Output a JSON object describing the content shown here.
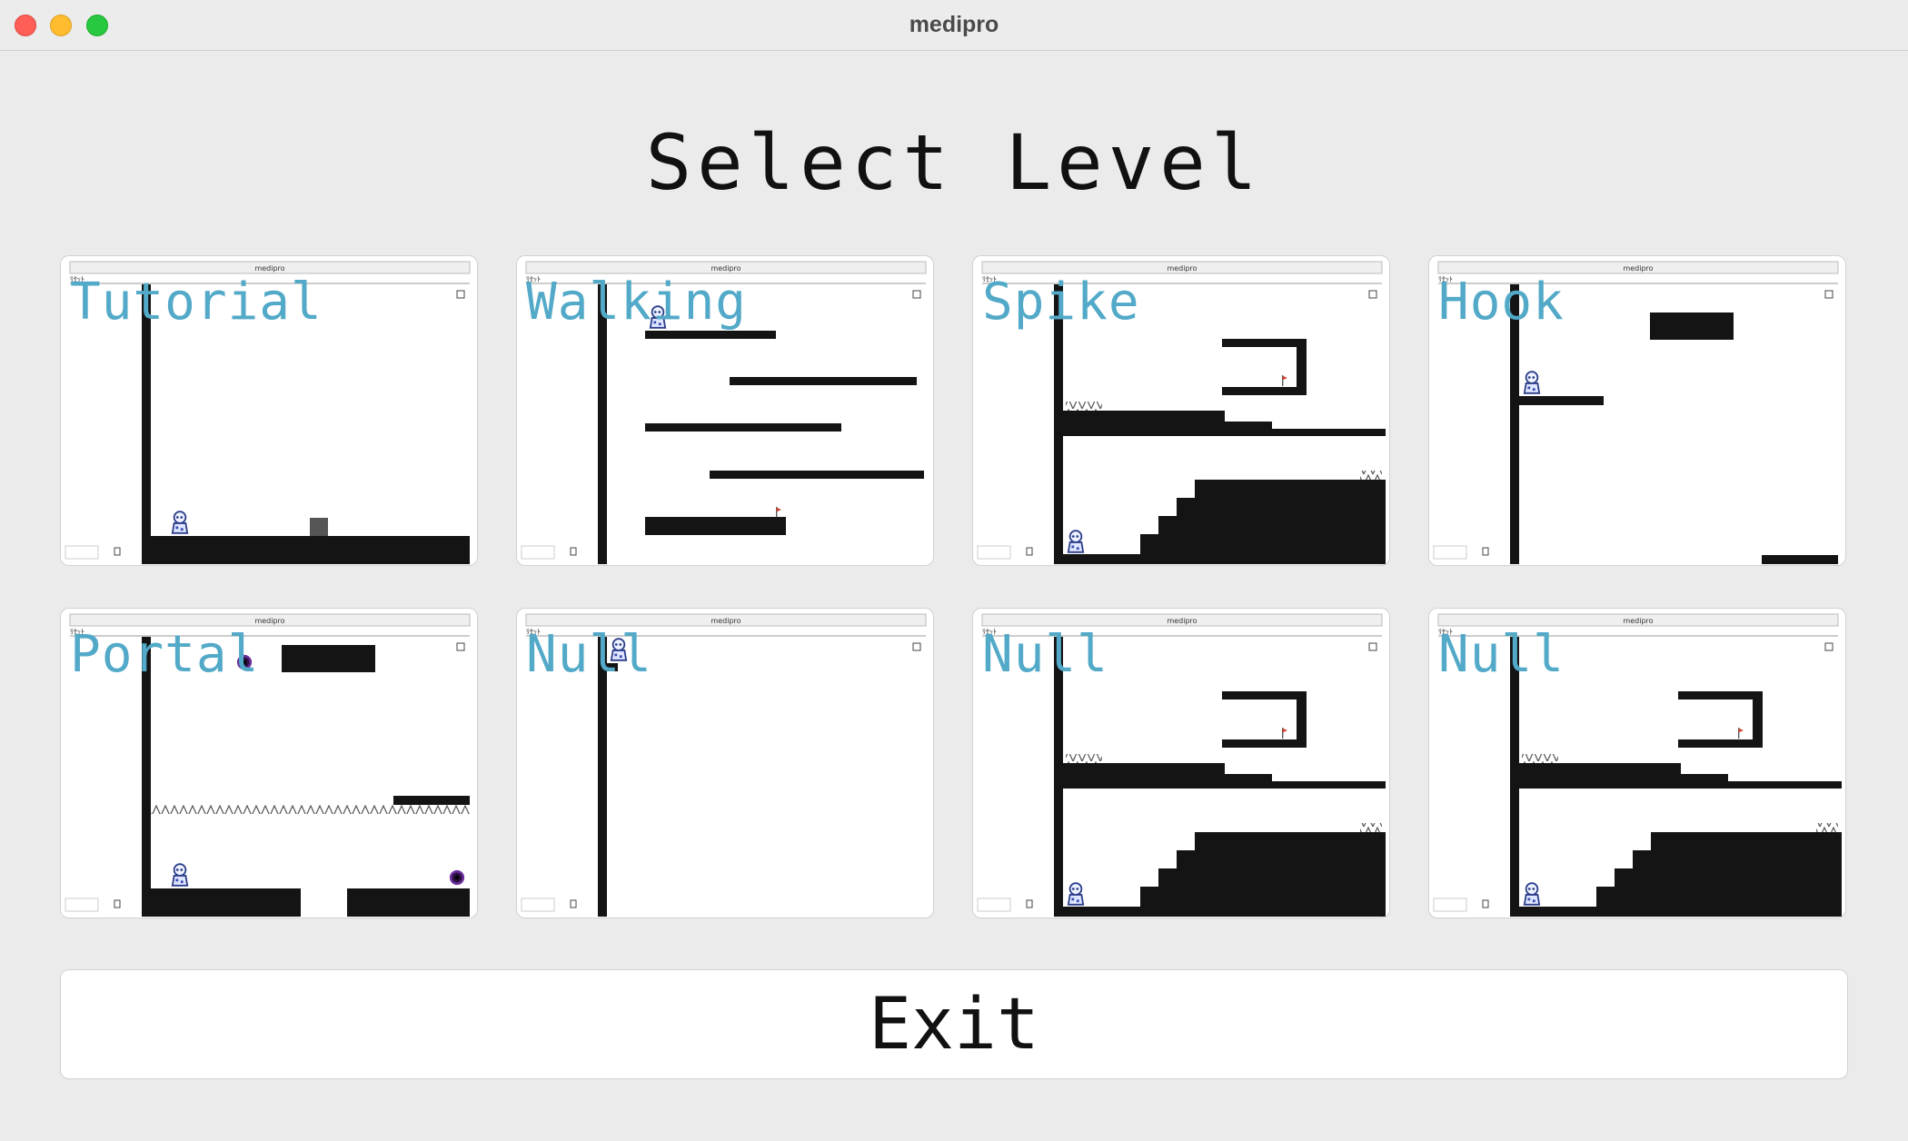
{
  "window": {
    "title": "medipro"
  },
  "heading": "Select Level",
  "levels": [
    {
      "name": "Tutorial",
      "window_title": "medipro",
      "menu_label": "ﾘｾｯﾄ"
    },
    {
      "name": "Walking",
      "window_title": "medipro",
      "menu_label": "ﾘｾｯﾄ"
    },
    {
      "name": "Spike",
      "window_title": "medipro",
      "menu_label": "ﾘｾｯﾄ"
    },
    {
      "name": "Hook",
      "window_title": "medipro",
      "menu_label": "ﾘｾｯﾄ"
    },
    {
      "name": "Portal",
      "window_title": "medipro",
      "menu_label": "ﾘｾｯﾄ"
    },
    {
      "name": "Null",
      "window_title": "medipro",
      "menu_label": "ﾘｾｯﾄ"
    },
    {
      "name": "Null",
      "window_title": "medipro",
      "menu_label": "ﾘｾｯﾄ"
    },
    {
      "name": "Null",
      "window_title": "medipro",
      "menu_label": "ﾘｾｯﾄ"
    }
  ],
  "exit_label": "Exit"
}
